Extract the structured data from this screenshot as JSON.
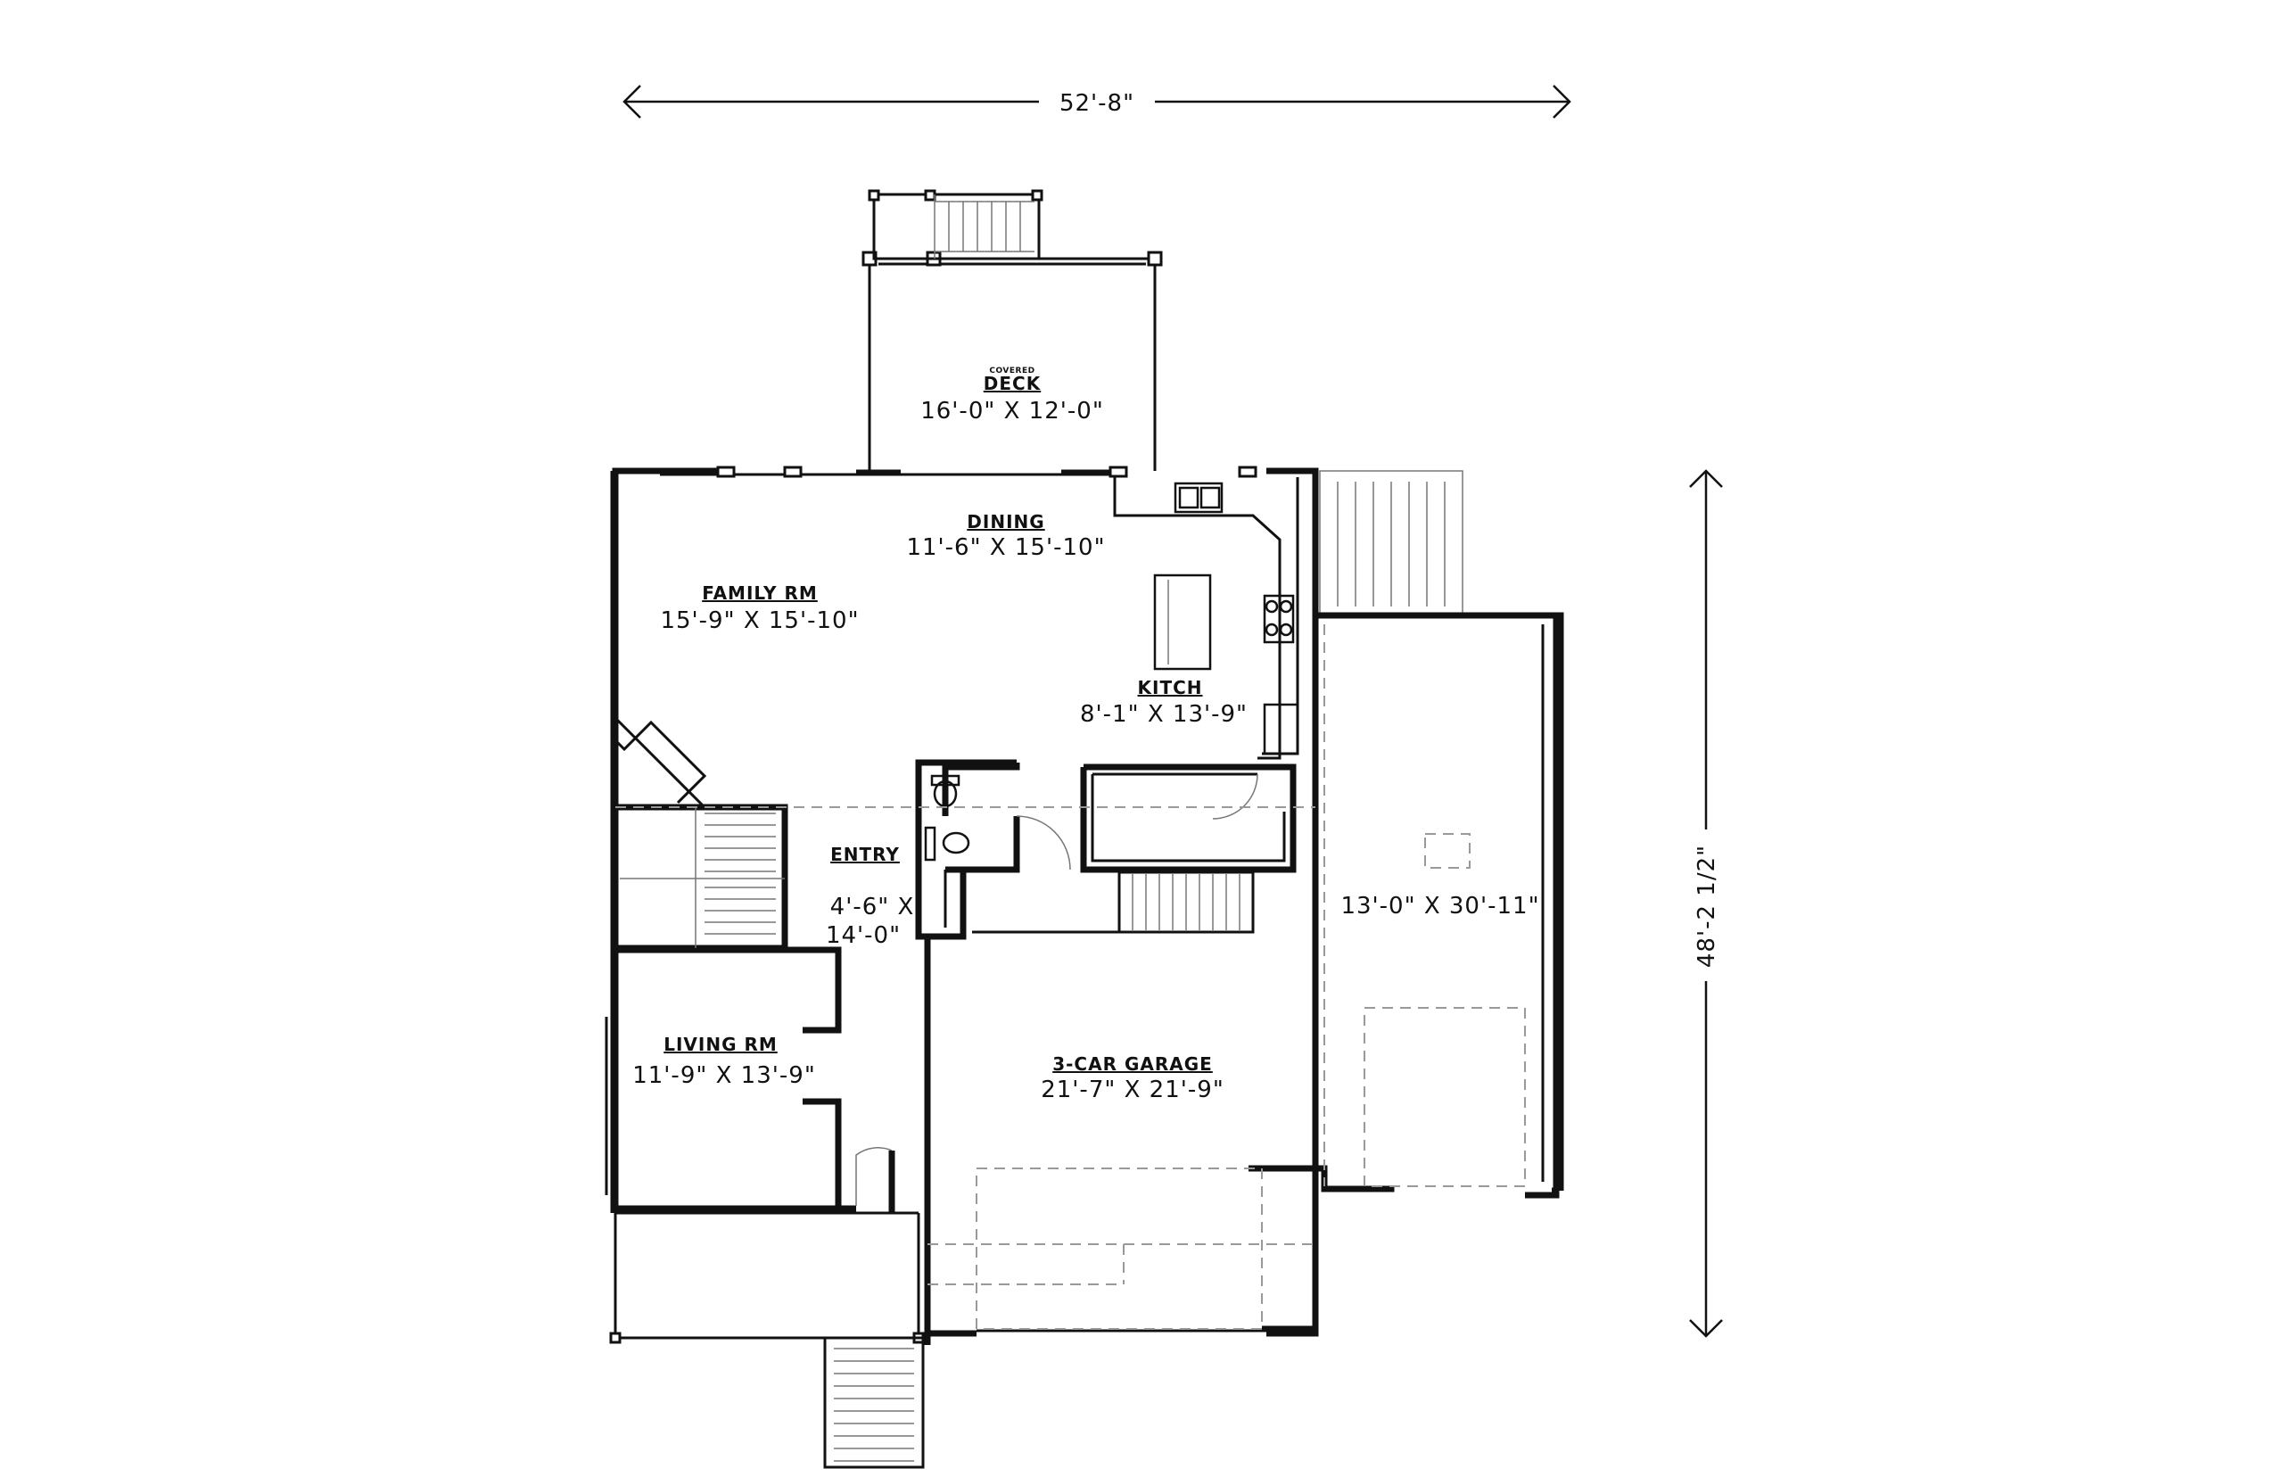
{
  "overall": {
    "width": "52'-8\"",
    "depth": "48'-2 1/2\""
  },
  "rooms": {
    "deck": {
      "prefix": "COVERED",
      "name": "DECK",
      "size": "16'-0\" X 12'-0\""
    },
    "dining": {
      "name": "DINING",
      "size": "11'-6\" X 15'-10\""
    },
    "family": {
      "name": "FAMILY RM",
      "size": "15'-9\" X 15'-10\""
    },
    "kitchen": {
      "name": "KITCH",
      "size": "8'-1\" X 13'-9\""
    },
    "entry": {
      "name": "ENTRY",
      "size_line1": "4'-6\" X",
      "size_line2": "14'-0\""
    },
    "living": {
      "name": "LIVING RM",
      "size": "11'-9\" X 13'-9\""
    },
    "garage": {
      "name": "3-CAR GARAGE",
      "size": "21'-7\" X 21'-9\""
    },
    "garage_bay": {
      "size": "13'-0\" X 30'-11\""
    }
  }
}
